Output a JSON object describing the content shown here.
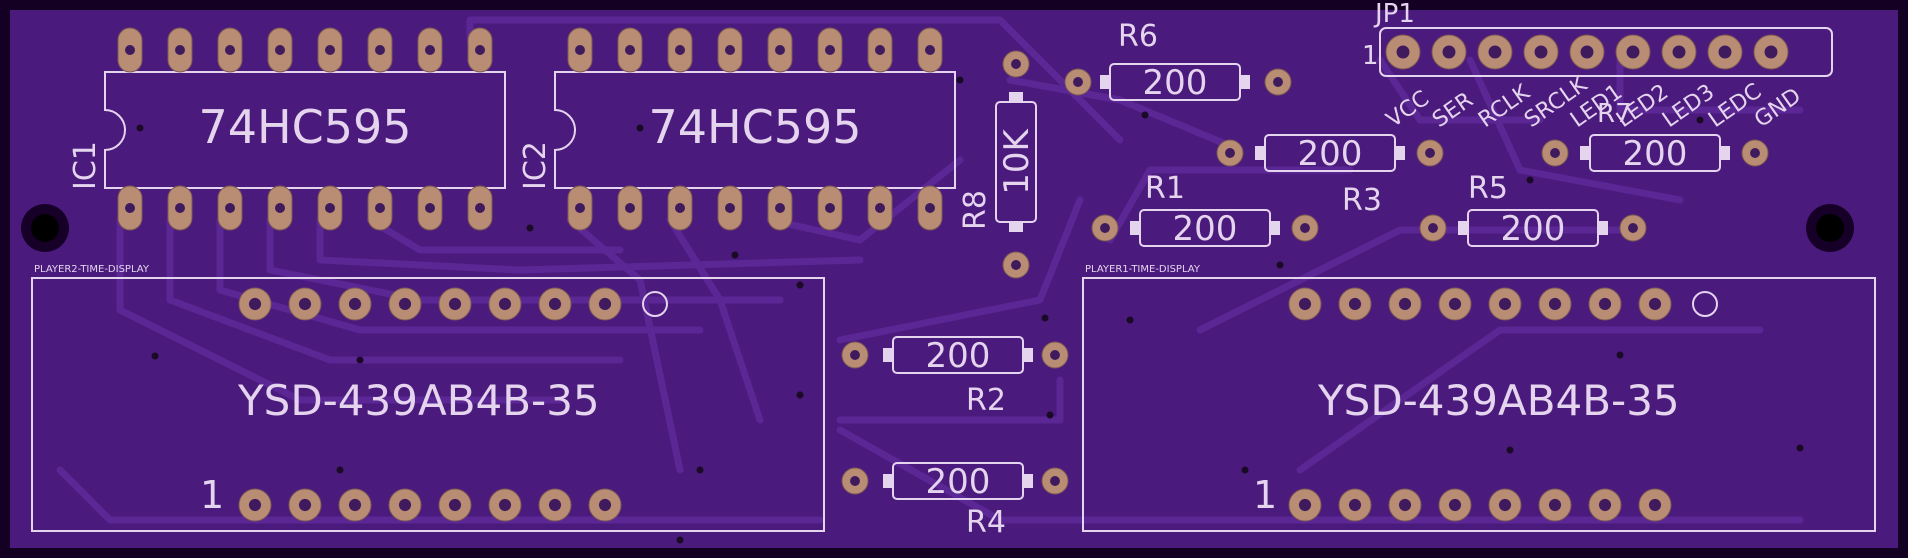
{
  "board": {
    "background": "#4b1a7d",
    "edge": "#130022",
    "silkscreen": "#e4d4ee",
    "pad": "#b88d74"
  },
  "ic1": {
    "value": "74HC595",
    "ref": "IC1"
  },
  "ic2": {
    "value": "74HC595",
    "ref": "IC2"
  },
  "r6": {
    "ref": "R6",
    "value": "200"
  },
  "r8": {
    "ref": "R8",
    "value": "10K"
  },
  "r3": {
    "ref": "R3",
    "value": "200"
  },
  "r7": {
    "ref": "R7",
    "value": "200"
  },
  "r1": {
    "ref": "R1",
    "value": "200"
  },
  "r5": {
    "ref": "R5",
    "value": "200"
  },
  "r2": {
    "ref": "R2",
    "value": "200"
  },
  "r4": {
    "ref": "R4",
    "value": "200"
  },
  "jp1": {
    "ref": "JP1",
    "pin1_mark": "1",
    "pins": [
      "VCC",
      "SER",
      "RCLK",
      "SRCLK",
      "LED1",
      "LED2",
      "LED3",
      "LEDC",
      "GND"
    ]
  },
  "display_left": {
    "label": "PLAYER2-TIME-DISPLAY",
    "part": "YSD-439AB4B-35",
    "pin1": "1"
  },
  "display_right": {
    "label": "PLAYER1-TIME-DISPLAY",
    "part": "YSD-439AB4B-35",
    "pin1": "1"
  }
}
